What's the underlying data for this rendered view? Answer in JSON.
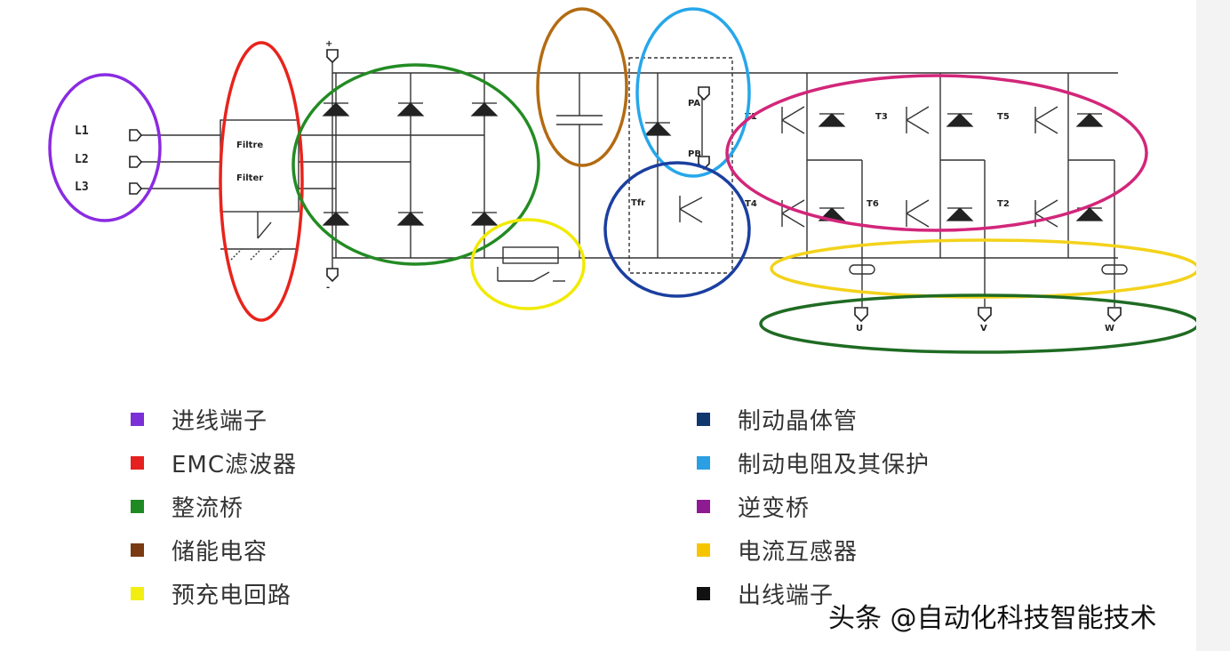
{
  "diagram": {
    "input_terminals": [
      "L1",
      "L2",
      "L3"
    ],
    "filter_labels": [
      "Filtre",
      "Filter"
    ],
    "dc_plus": "+",
    "dc_minus": "-",
    "brake_terminals": [
      "PA",
      "PB"
    ],
    "brake_transistor": "Tfr",
    "inverter_top": [
      "T1",
      "T3",
      "T5"
    ],
    "inverter_bottom": [
      "T4",
      "T6",
      "T2"
    ],
    "output_terminals": [
      "U",
      "V",
      "W"
    ]
  },
  "legend": {
    "left": [
      {
        "label": "进线端子",
        "color": "#7b2fd6"
      },
      {
        "label": "EMC滤波器",
        "color": "#e6201f"
      },
      {
        "label": "整流桥",
        "color": "#1f8a24"
      },
      {
        "label": "储能电容",
        "color": "#7a3a12"
      },
      {
        "label": "预充电回路",
        "color": "#f2ee12"
      }
    ],
    "right": [
      {
        "label": "制动晶体管",
        "color": "#10376e"
      },
      {
        "label": "制动电阻及其保护",
        "color": "#2a9fe4"
      },
      {
        "label": "逆变桥",
        "color": "#8e1b92"
      },
      {
        "label": "电流互感器",
        "color": "#f7c500"
      },
      {
        "label": "出线端子",
        "color": "#111111"
      }
    ]
  },
  "watermark": "头条 @自动化科技智能技术",
  "highlight_colors": {
    "input": "#8a2be2",
    "emc": "#e8231c",
    "rectifier": "#238b23",
    "capacitor": "#b36b12",
    "precharge": "#f1ea00",
    "brake_resistor": "#26a7ea",
    "brake_transistor": "#1b3fa0",
    "inverter": "#d2267a",
    "current_sensor": "#f3d21a",
    "output": "#1f6b23"
  }
}
